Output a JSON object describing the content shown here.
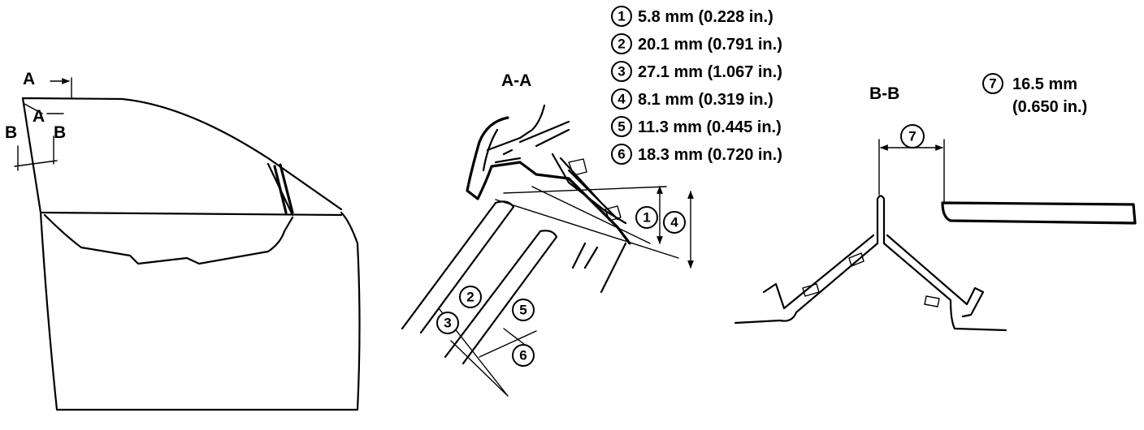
{
  "door_view": {
    "label_a_top": "A",
    "label_a_mid": "A",
    "label_b_left": "B",
    "label_b_right": "B"
  },
  "section_aa": {
    "title": "A-A"
  },
  "section_bb": {
    "title": "B-B"
  },
  "callouts": {
    "c1": "1",
    "c2": "2",
    "c3": "3",
    "c4": "4",
    "c5": "5",
    "c6": "6",
    "c7": "7"
  },
  "specs": [
    {
      "num": "1",
      "value": "5.8 mm (0.228 in.)"
    },
    {
      "num": "2",
      "value": "20.1 mm (0.791 in.)"
    },
    {
      "num": "3",
      "value": "27.1 mm (1.067 in.)"
    },
    {
      "num": "4",
      "value": "8.1 mm (0.319 in.)"
    },
    {
      "num": "5",
      "value": "11.3 mm (0.445 in.)"
    },
    {
      "num": "6",
      "value": "18.3 mm (0.720 in.)"
    }
  ],
  "spec7": {
    "num": "7",
    "line1": "16.5 mm",
    "line2": "(0.650 in.)"
  }
}
